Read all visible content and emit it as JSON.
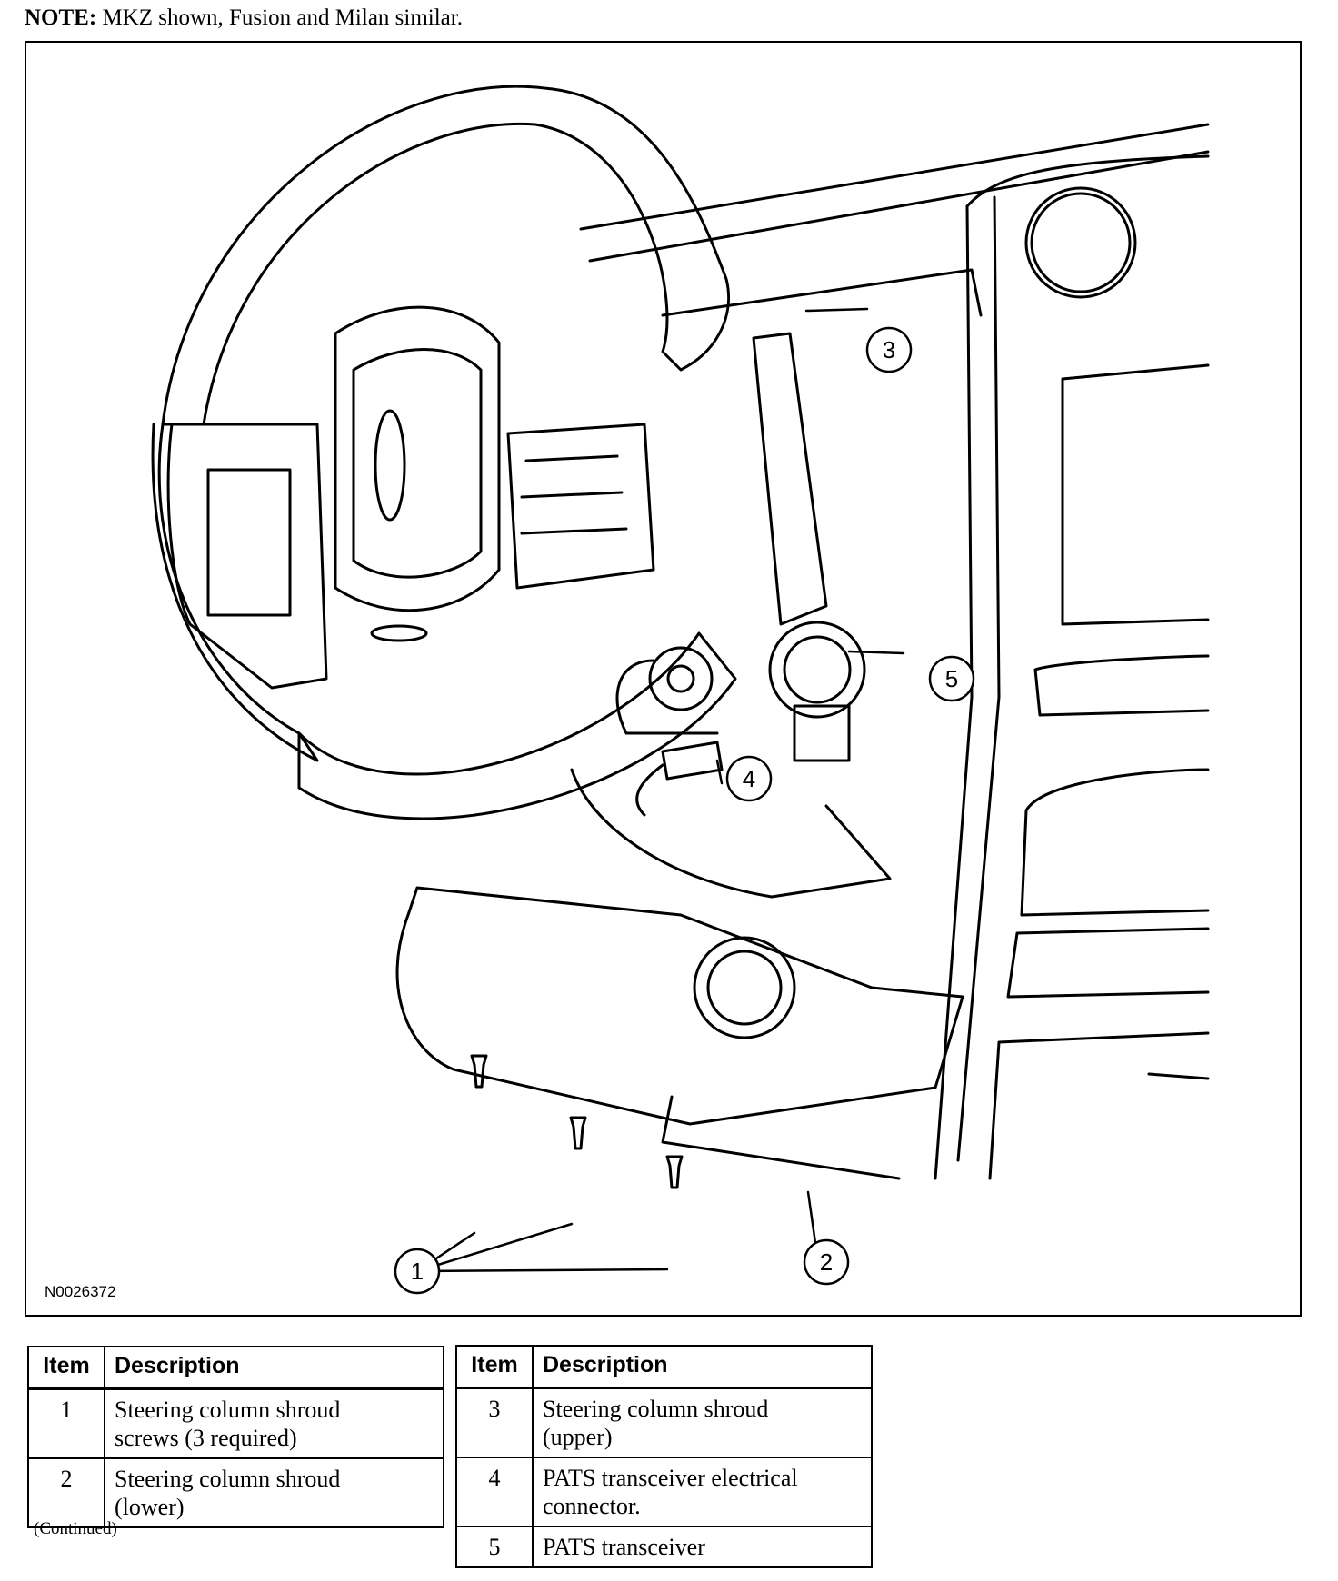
{
  "note": {
    "label": "NOTE:",
    "text": "MKZ shown, Fusion and Milan similar."
  },
  "figure": {
    "id": "N0026372",
    "callouts": [
      "1",
      "2",
      "3",
      "4",
      "5"
    ]
  },
  "table": {
    "headers": {
      "item": "Item",
      "description": "Description"
    },
    "left": [
      {
        "item": "1",
        "line1": "Steering column shroud",
        "line2": "screws (3 required)"
      },
      {
        "item": "2",
        "line1": "Steering column shroud",
        "line2": "(lower)"
      }
    ],
    "right": [
      {
        "item": "3",
        "line1": "Steering column shroud",
        "line2": "(upper)"
      },
      {
        "item": "4",
        "line1": "PATS transceiver electrical",
        "line2": "connector."
      },
      {
        "item": "5",
        "line1": "PATS transceiver",
        "line2": ""
      }
    ]
  },
  "continued": "(Continued)"
}
